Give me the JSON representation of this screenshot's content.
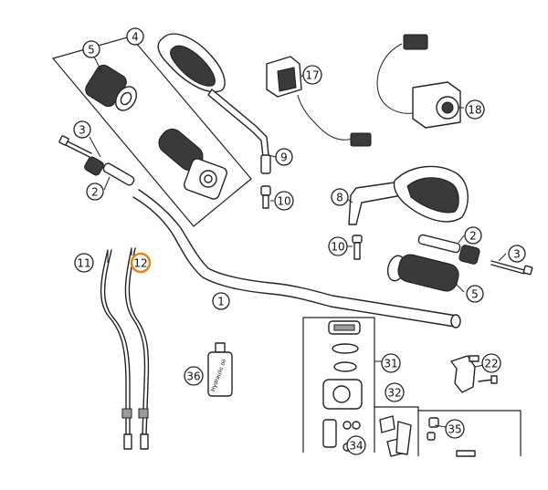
{
  "diagram": {
    "callouts": [
      {
        "id": "c4",
        "label": "4"
      },
      {
        "id": "c5a",
        "label": "5"
      },
      {
        "id": "c3a",
        "label": "3"
      },
      {
        "id": "c2a",
        "label": "2"
      },
      {
        "id": "c9",
        "label": "9"
      },
      {
        "id": "c10a",
        "label": "10"
      },
      {
        "id": "c17",
        "label": "17"
      },
      {
        "id": "c18",
        "label": "18"
      },
      {
        "id": "c8",
        "label": "8"
      },
      {
        "id": "c2b",
        "label": "2"
      },
      {
        "id": "c10b",
        "label": "10"
      },
      {
        "id": "c3b",
        "label": "3"
      },
      {
        "id": "c5b",
        "label": "5"
      },
      {
        "id": "c11",
        "label": "11"
      },
      {
        "id": "c12",
        "label": "12"
      },
      {
        "id": "c1",
        "label": "1"
      },
      {
        "id": "c36",
        "label": "36"
      },
      {
        "id": "c31",
        "label": "31"
      },
      {
        "id": "c22",
        "label": "22"
      },
      {
        "id": "c32",
        "label": "32"
      },
      {
        "id": "c35",
        "label": "35"
      },
      {
        "id": "c34",
        "label": "34"
      }
    ],
    "highlight_color": "#e8861a",
    "bottle_label": "Hydraulic oil"
  }
}
